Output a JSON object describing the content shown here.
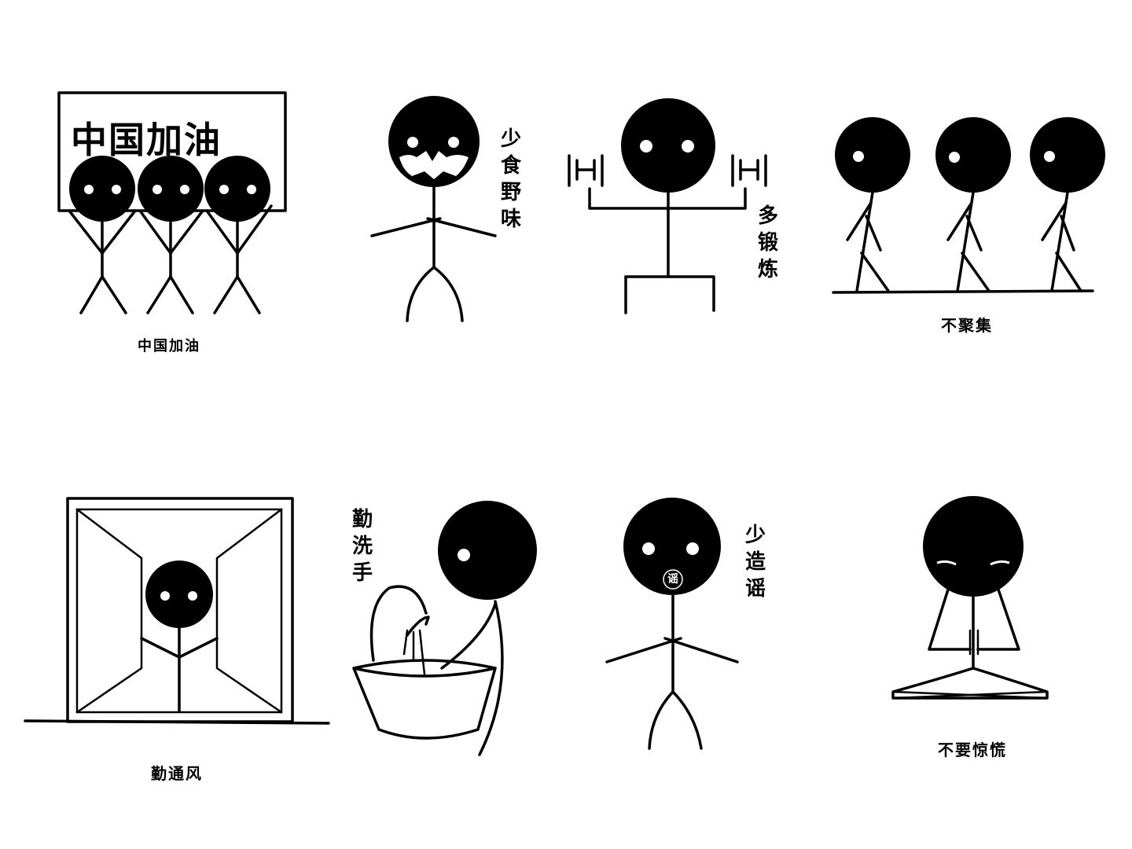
{
  "panels": [
    {
      "caption": "中国加油",
      "sign": "中国加油"
    },
    {
      "side_text": [
        "少",
        "食",
        "野",
        "味"
      ]
    },
    {
      "side_text": [
        "多",
        "锻",
        "炼"
      ]
    },
    {
      "caption": "不聚集"
    },
    {
      "caption": "勤通风"
    },
    {
      "side_text": [
        "勤",
        "洗",
        "手"
      ]
    },
    {
      "side_text": [
        "少",
        "造",
        "谣"
      ],
      "mouth_text": "谣"
    },
    {
      "caption": "不要惊慌"
    }
  ],
  "colors": {
    "ink": "#000000",
    "paper": "#ffffff",
    "eye": "#ffffff"
  }
}
